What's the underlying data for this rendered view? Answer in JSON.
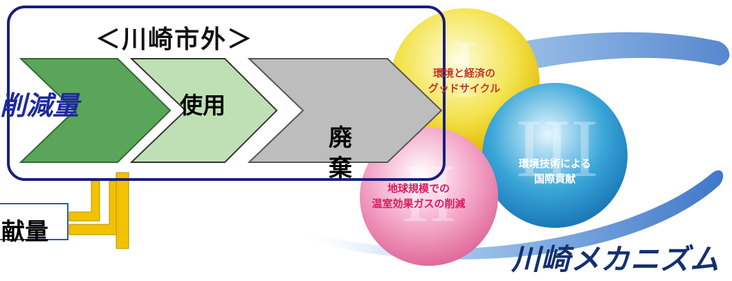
{
  "outside_box": {
    "title": "＜川崎市外＞",
    "reduction_label": "削減量",
    "use_label": "使用",
    "disposal_label": "廃棄"
  },
  "contribution_label": "献量",
  "spheres": {
    "sphere_1": {
      "line1": "環境と経済の",
      "line2": "グッドサイクル",
      "numeral": "I"
    },
    "sphere_2": {
      "line1": "地球規模での",
      "line2": "温室効果ガスの削減",
      "numeral": "II"
    },
    "sphere_3": {
      "line1": "環境技術による",
      "line2": "国際貢献",
      "numeral": "III"
    }
  },
  "logo_text": "川崎メカニズム",
  "colors": {
    "box_border": "#1a1f7a",
    "arrow_dark_green": "#5aa55a",
    "arrow_light_green": "#bfe0b4",
    "arrow_gray": "#bdbdbd",
    "bracket_yellow": "#f2c200",
    "sphere_yellow": "#f3e24a",
    "sphere_blue": "#3aa6d8",
    "sphere_pink": "#f08cb4",
    "swoosh_blue": "#2b6cc4"
  }
}
